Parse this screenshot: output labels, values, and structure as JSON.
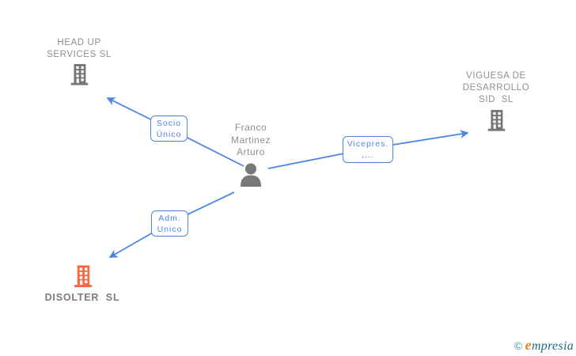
{
  "diagram": {
    "person": {
      "name": "Franco\nMartinez\nArturo"
    },
    "companies": [
      {
        "name": "HEAD UP\nSERVICES SL",
        "highlighted": false
      },
      {
        "name": "VIGUESA DE\nDESARROLLO\nSID  SL",
        "highlighted": false
      },
      {
        "name": "DISOLTER  SL",
        "highlighted": true
      }
    ],
    "relations": [
      {
        "label": "Socio\nÚnico",
        "from": "Franco Martinez Arturo",
        "to": "HEAD UP SERVICES SL"
      },
      {
        "label": "Vicepres.\n,...",
        "from": "Franco Martinez Arturo",
        "to": "VIGUESA DE DESARROLLO SID SL"
      },
      {
        "label": "Adm.\nUnico",
        "from": "Franco Martinez Arturo",
        "to": "DISOLTER SL"
      }
    ]
  },
  "colors": {
    "edge_blue": "#4a86e8",
    "icon_gray": "#757575",
    "text_gray": "#8f8f8f",
    "highlight_orange": "#fa6a42",
    "brand_teal": "#1f6b7a",
    "brand_orange": "#e8821e"
  },
  "footer": {
    "copyright": "©",
    "brand_initial": "e",
    "brand_rest": "mpresia"
  }
}
